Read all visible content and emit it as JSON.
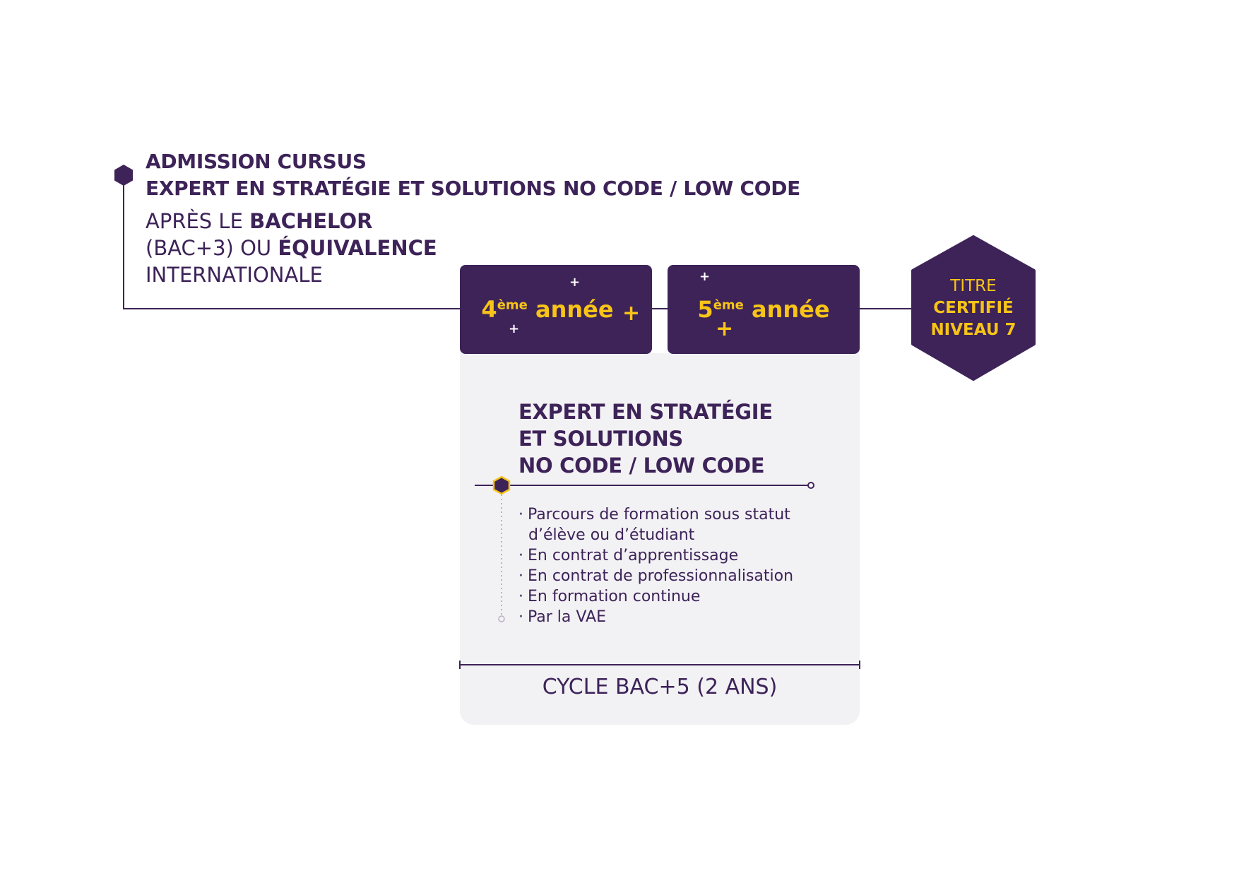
{
  "admission": {
    "title_line1": "ADMISSION CURSUS",
    "title_line2": "EXPERT EN STRATÉGIE ET SOLUTIONS NO CODE / LOW CODE",
    "after_prefix": "APRÈS LE ",
    "after_bold": "BACHELOR",
    "equiv_prefix": "(BAC+3) OU ",
    "equiv_bold": "ÉQUIVALENCE",
    "international": "INTERNATIONALE"
  },
  "years": [
    {
      "number": "4",
      "suffix": "ème",
      "word": "année"
    },
    {
      "number": "5",
      "suffix": "ème",
      "word": "année"
    }
  ],
  "certification": {
    "line1": "TITRE",
    "line2": "CERTIFIÉ",
    "line3": "NIVEAU 7"
  },
  "program": {
    "title_line1": "EXPERT EN STRATÉGIE",
    "title_line2": "ET SOLUTIONS",
    "title_line3": "NO CODE / LOW CODE",
    "modes": [
      "Parcours de formation sous statut d’élève ou d’étudiant",
      "En contrat d’apprentissage",
      "En contrat de professionnalisation",
      "En formation continue",
      "Par la VAE"
    ]
  },
  "cycle": {
    "label": "CYCLE BAC+5 (2 ANS)"
  },
  "colors": {
    "purple": "#3d2358",
    "yellow": "#f7c417",
    "panel": "#f2f1f4"
  }
}
